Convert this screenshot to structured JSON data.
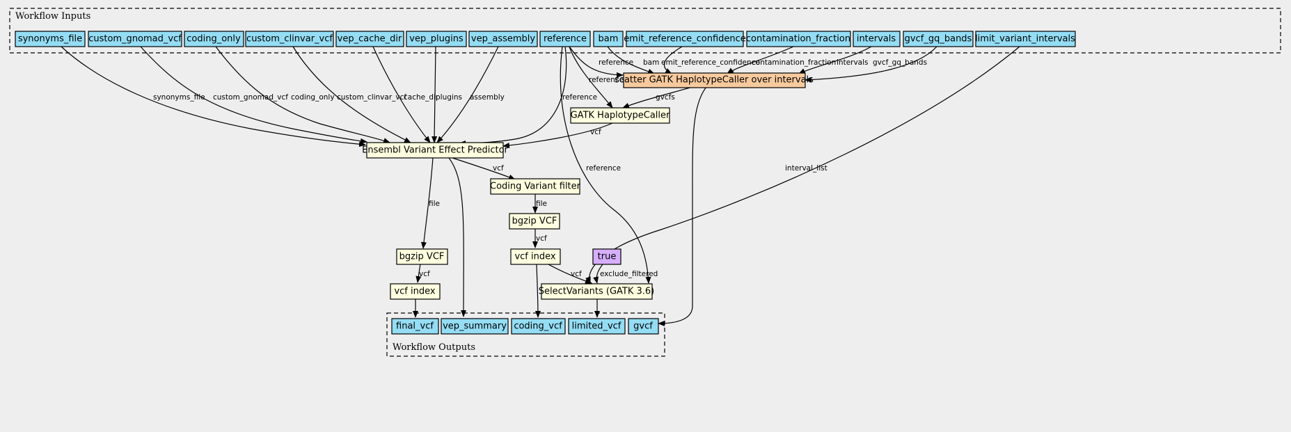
{
  "clusters": {
    "inputs_label": "Workflow Inputs",
    "outputs_label": "Workflow Outputs"
  },
  "inputs": {
    "synonyms_file": "synonyms_file",
    "custom_gnomad_vcf": "custom_gnomad_vcf",
    "coding_only": "coding_only",
    "custom_clinvar_vcf": "custom_clinvar_vcf",
    "vep_cache_dir": "vep_cache_dir",
    "vep_plugins": "vep_plugins",
    "vep_assembly": "vep_assembly",
    "reference": "reference",
    "bam": "bam",
    "emit_reference_confidence": "emit_reference_confidence",
    "contamination_fraction": "contamination_fraction",
    "intervals": "intervals",
    "gvcf_gq_bands": "gvcf_gq_bands",
    "limit_variant_intervals": "limit_variant_intervals"
  },
  "steps": {
    "scatter_haplotypecaller": "scatter GATK HaplotypeCaller over intervals",
    "haplotypecaller": "GATK HaplotypeCaller",
    "vep": "Ensembl Variant Effect Predictor",
    "coding_filter": "Coding Variant filter",
    "bgzip_coding": "bgzip VCF",
    "index_coding": "vcf index",
    "bgzip_final": "bgzip VCF",
    "index_final": "vcf index",
    "select_variants": "SelectVariants (GATK 3.6)",
    "true_const": "true"
  },
  "outputs": {
    "final_vcf": "final_vcf",
    "vep_summary": "vep_summary",
    "coding_vcf": "coding_vcf",
    "limited_vcf": "limited_vcf",
    "gvcf": "gvcf"
  },
  "edge_labels": {
    "synonyms_file": "synonyms_file",
    "custom_gnomad_vcf": "custom_gnomad_vcf",
    "coding_only": "coding_only",
    "custom_clinvar_vcf": "custom_clinvar_vcf",
    "cache_dir": "cache_dir",
    "plugins": "plugins",
    "assembly": "assembly",
    "reference_scatter": "reference",
    "reference_hc": "reference",
    "reference_vep": "reference",
    "reference_select": "reference",
    "bam": "bam",
    "emit_reference_confidence": "emit_reference_confidence",
    "contamination_fraction": "contamination_fraction",
    "intervals": "intervals",
    "gvcf_gq_bands": "gvcf_gq_bands",
    "gvcfs": "gvcfs",
    "vcf_hc_vep": "vcf",
    "vcf_vep_filter": "vcf",
    "file_vep_bgzip": "file",
    "file_filter_bgzip": "file",
    "vcf_bgzip_index_coding": "vcf",
    "vcf_bgzip_index_final": "vcf",
    "vcf_index_select": "vcf",
    "exclude_filtered": "exclude_filtered",
    "interval_list": "interval_list"
  }
}
